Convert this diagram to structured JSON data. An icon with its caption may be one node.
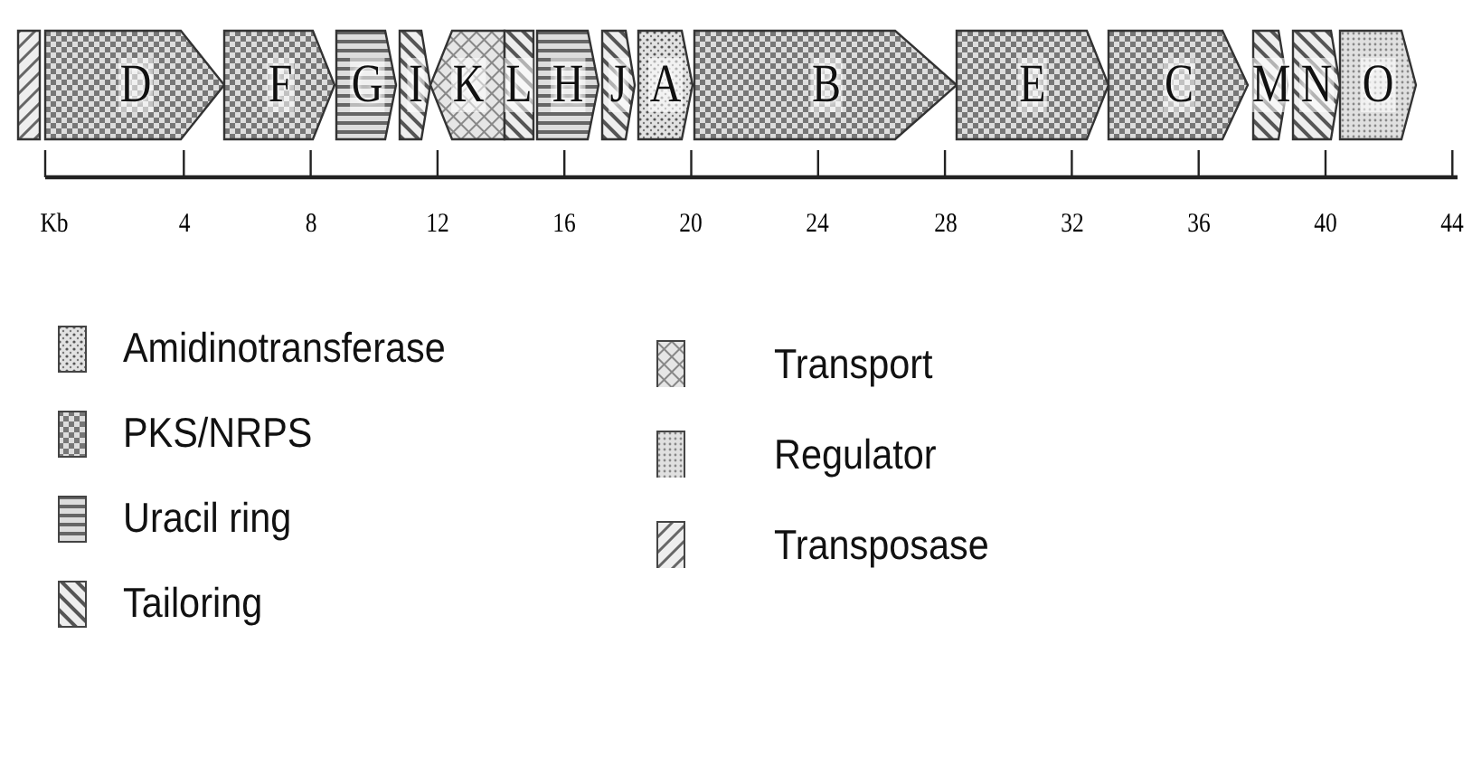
{
  "diagram": {
    "nodes": [
      {
        "text": [],
        "shape": "box"
      },
      {
        "text": [
          "D"
        ]
      },
      {
        "text": [
          "F"
        ]
      },
      {
        "text": [
          "G"
        ]
      },
      {
        "text": [
          "I"
        ]
      },
      {
        "text": [
          "K"
        ]
      },
      {
        "text": [
          "L"
        ]
      },
      {
        "text": [
          "H"
        ]
      },
      {
        "text": [
          "J"
        ]
      },
      {
        "text": [
          "A"
        ]
      },
      {
        "text": [
          "B"
        ]
      },
      {
        "text": [
          "E"
        ]
      },
      {
        "text": [
          "C"
        ]
      },
      {
        "text": [
          "M"
        ]
      },
      {
        "text": [
          "N"
        ]
      },
      {
        "text": [
          "O"
        ]
      }
    ],
    "edges": [],
    "labels": [
      "Kb",
      "4",
      "8",
      "12",
      "16",
      "20",
      "24",
      "28",
      "32",
      "36",
      "40",
      "44"
    ],
    "legend": [
      {
        "text": "Amidinotransferase"
      },
      {
        "text": "PKS/NRPS"
      },
      {
        "text": "Uracil ring"
      },
      {
        "text": "Tailoring"
      },
      {
        "text": "Transport"
      },
      {
        "text": "Regulator"
      },
      {
        "text": "Transposase"
      }
    ]
  }
}
